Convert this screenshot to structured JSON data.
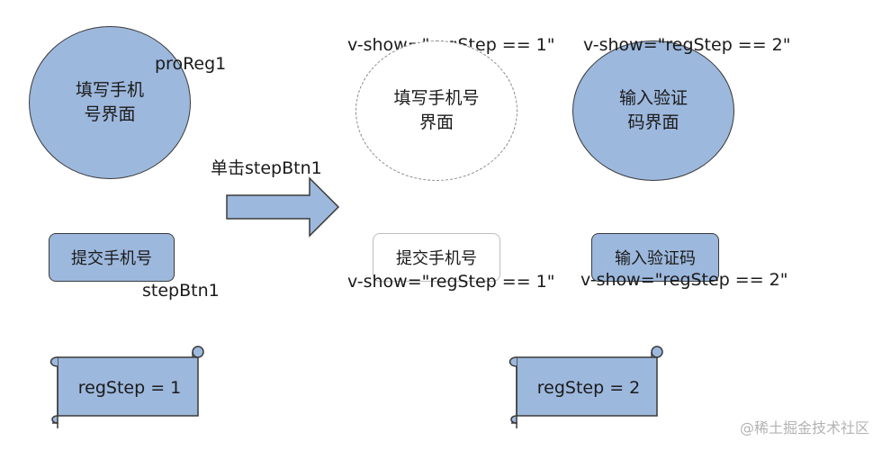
{
  "left": {
    "circle_text": "填写手机\n号界面",
    "circle_id": "proReg1",
    "button_text": "提交手机号",
    "button_id": "stepBtn1",
    "scroll_text": "regStep = 1"
  },
  "arrow": {
    "label": "单击stepBtn1"
  },
  "middle": {
    "top_directive": "v-show=\"regStep == 1\"",
    "circle_text": "填写手机号\n界面",
    "button_text": "提交手机号",
    "bottom_directive": "v-show=\"regStep == 1\""
  },
  "right": {
    "top_directive": "v-show=\"regStep == 2\"",
    "circle_text": "输入验证\n码界面",
    "button_text": "输入验证码",
    "bottom_directive": "v-show=\"regStep == 2\"",
    "scroll_text": "regStep = 2"
  },
  "watermark": "@稀土掘金技术社区",
  "colors": {
    "fill": "#9db8dd",
    "stroke": "#3a3a3a",
    "dashed": "#8a8a8a"
  }
}
